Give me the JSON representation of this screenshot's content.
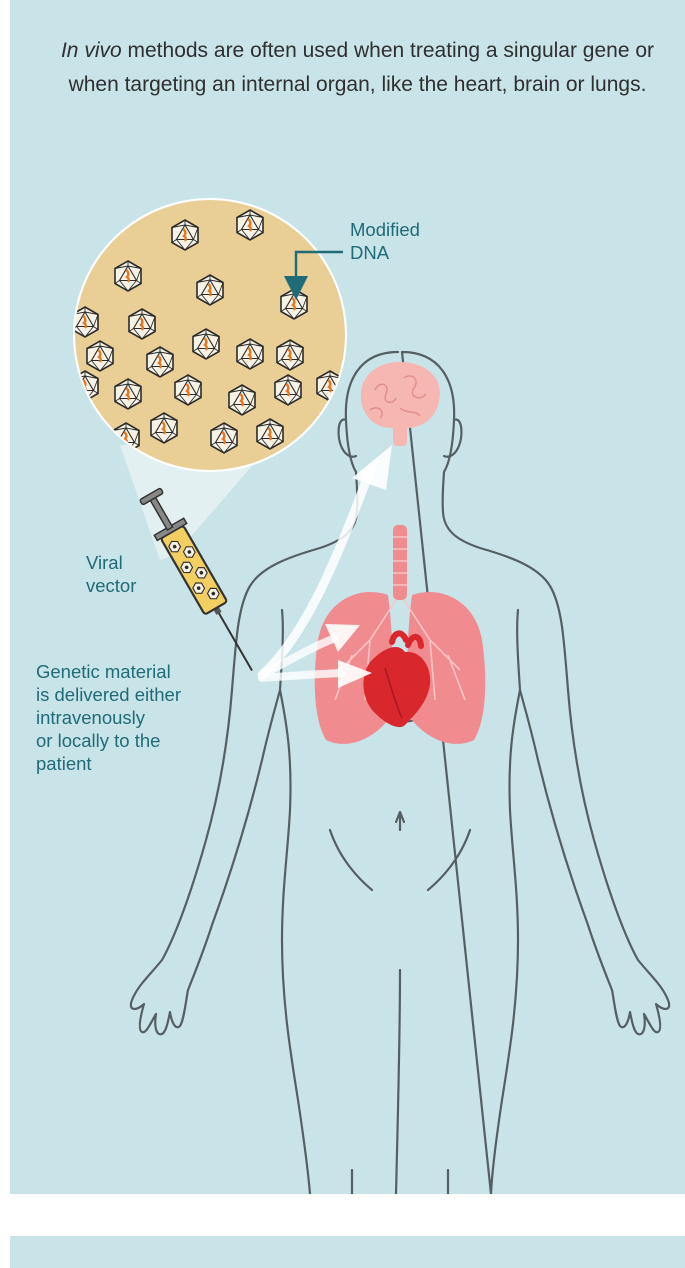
{
  "intro": {
    "italic_lead": "In vivo",
    "text": " methods are often used when treating a singular gene or when targeting an internal organ, like the heart, brain or lungs."
  },
  "labels": {
    "modified_dna": [
      "Modified",
      "DNA"
    ],
    "viral_vector": [
      "Viral",
      "vector"
    ],
    "delivery": [
      "Genetic material",
      "is delivered either",
      "intravenously",
      "or locally to the",
      "patient"
    ]
  },
  "colors": {
    "panel": "#c9e4e8",
    "label_text": "#1f6b78",
    "body_outline": "#555f63",
    "magnifier_fill": "#e9cf95",
    "dna_orange": "#e8771e",
    "lung": "#f08b8f",
    "heart": "#d9272e",
    "brain": "#f6b7b3"
  }
}
